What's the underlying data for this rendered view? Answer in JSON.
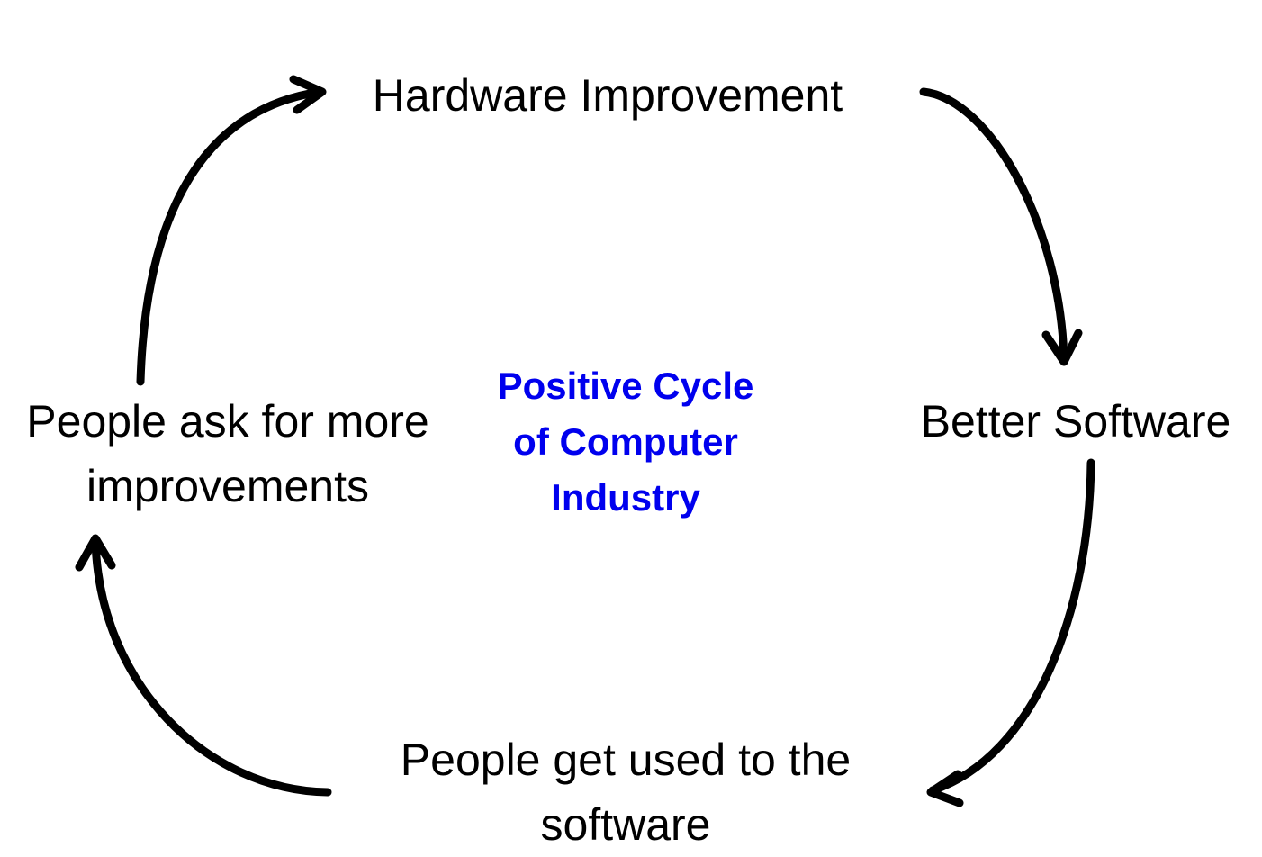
{
  "diagram": {
    "center_title": [
      "Positive Cycle",
      "of Computer",
      "Industry"
    ],
    "nodes": {
      "top": [
        "Hardware Improvement"
      ],
      "right": [
        "Better Software"
      ],
      "bottom": [
        "People get used to the",
        "software"
      ],
      "left": [
        "People ask for more",
        "improvements"
      ]
    },
    "colors": {
      "title": "#0000ee",
      "text": "#000000",
      "arrows": "#000000"
    }
  }
}
